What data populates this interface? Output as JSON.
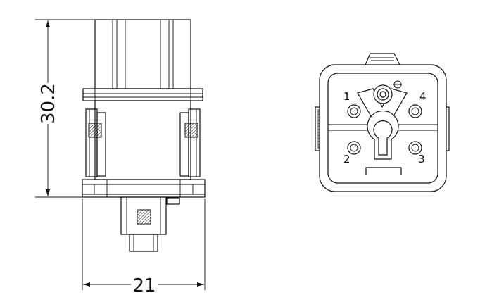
{
  "dimensions": {
    "height_label": "30.2",
    "width_label": "21"
  },
  "pins": [
    {
      "label": "1"
    },
    {
      "label": "4"
    },
    {
      "label": "2"
    },
    {
      "label": "3"
    }
  ]
}
